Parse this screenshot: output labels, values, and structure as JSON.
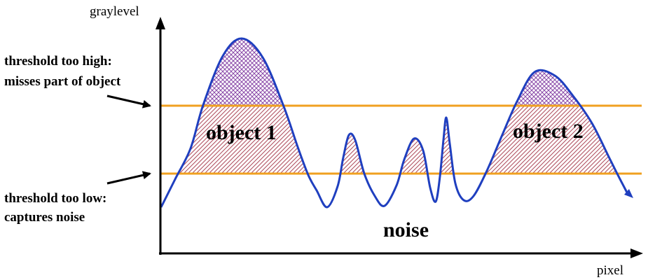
{
  "axes": {
    "y_label": "graylevel",
    "x_label": "pixel"
  },
  "annotations": {
    "high_line1": "threshold too high:",
    "high_line2": "misses part of object",
    "low_line1": "threshold too low:",
    "low_line2": "captures noise"
  },
  "labels": {
    "object1": "object 1",
    "object2": "object 2",
    "noise": "noise"
  },
  "colors": {
    "curve": "#1f3fbf",
    "threshold": "#f0a020",
    "hatch_high": "#8a4aa8",
    "hatch_low": "#b05060",
    "axis": "#000000"
  }
}
